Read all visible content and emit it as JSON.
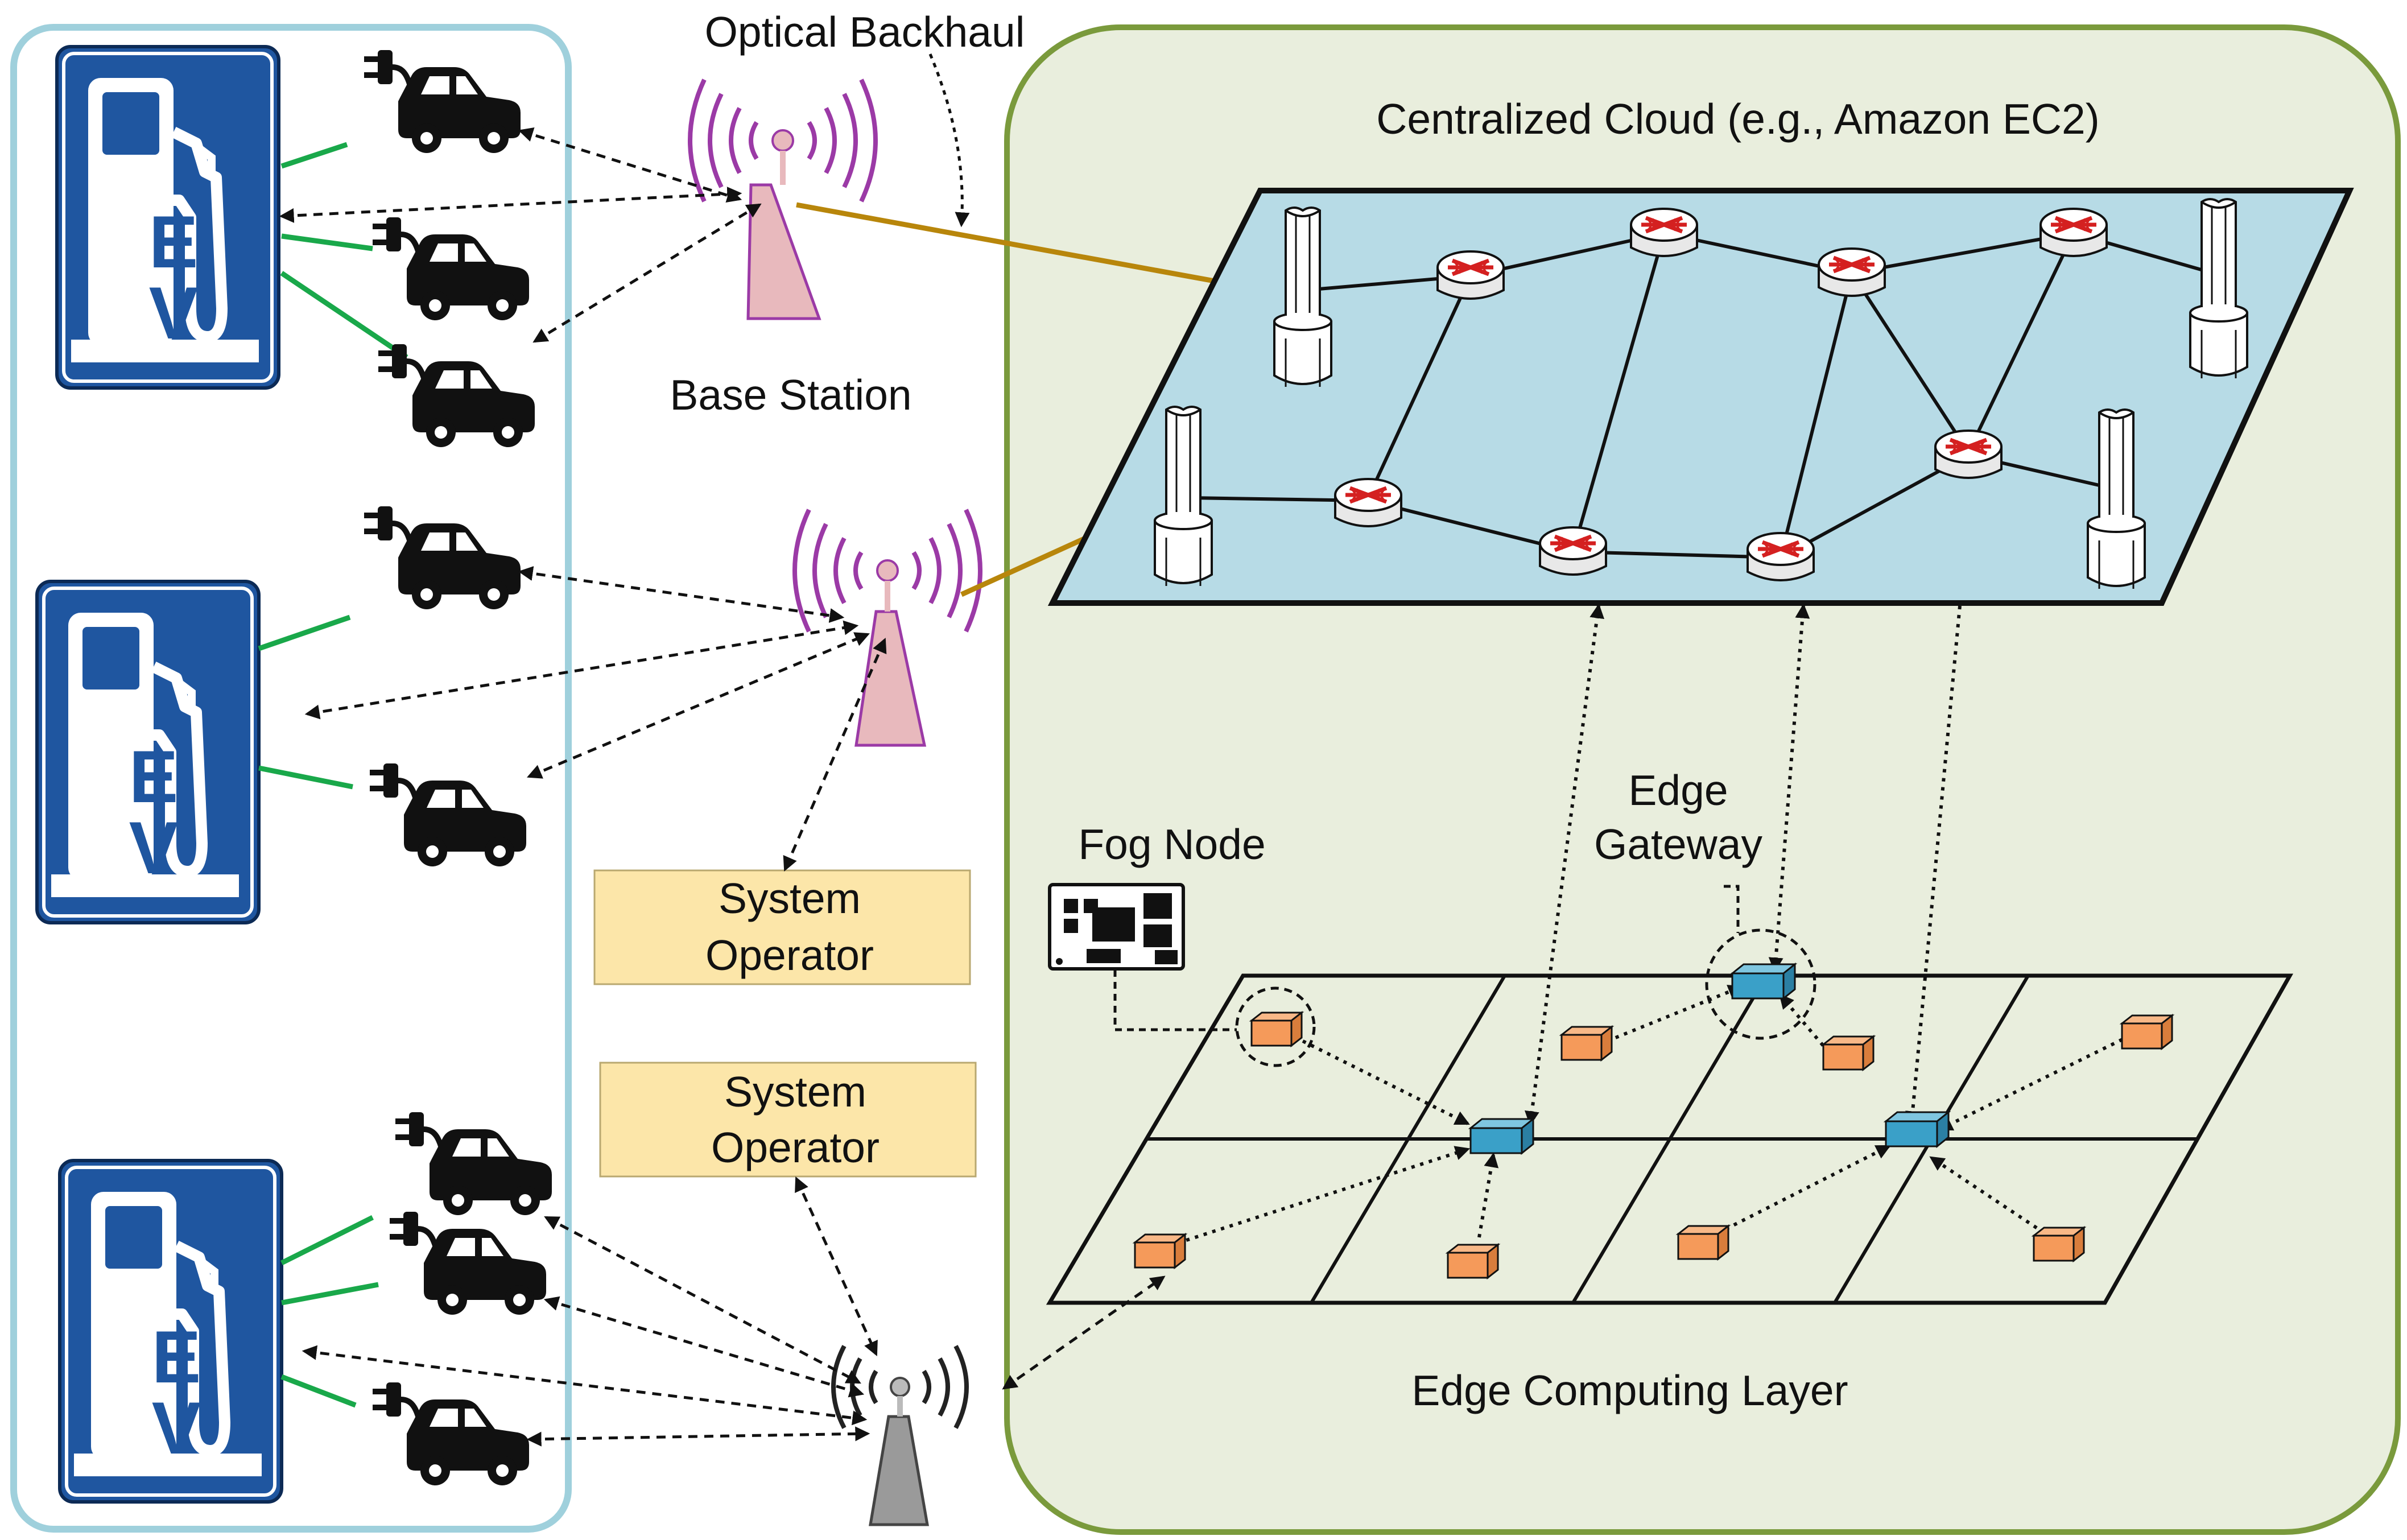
{
  "labels": {
    "optical_backhaul": "Optical Backhaul",
    "base_station": "Base Station",
    "centralized_cloud": "Centralized Cloud (e.g., Amazon EC2)",
    "edge_gateway_line1": "Edge",
    "edge_gateway_line2": "Gateway",
    "fog_node": "Fog Node",
    "edge_computing_layer": "Edge Computing Layer"
  },
  "system_operator_boxes": [
    {
      "line1": "System",
      "line2": "Operator"
    },
    {
      "line1": "System",
      "line2": "Operator"
    }
  ],
  "ev_station_letters": {
    "top": "E",
    "bottom": "V"
  },
  "colors": {
    "ev_panel_border": "#9fd0dc",
    "cloud_panel_border": "#7a9a3c",
    "cloud_panel_fill": "#e9eedd",
    "cloud_plane_fill": "#b7dbe6",
    "ev_sign_blue": "#1f56a0",
    "charger_cable_green": "#19a84a",
    "backhaul_gold": "#b8860b",
    "tower_purple": "#9b3aa6",
    "tower_pink": "#e8b9bd",
    "tower_gray": "#9a9a9a",
    "system_operator_fill": "#fce6a9",
    "edge_gateway_blue": "#3aa0c8",
    "fog_node_orange": "#f59a5a"
  },
  "icons": [
    "ev-charging-sign-icon",
    "plug-icon",
    "car-icon",
    "cell-tower-icon",
    "data-server-icon",
    "router-icon",
    "circuit-board-icon"
  ]
}
